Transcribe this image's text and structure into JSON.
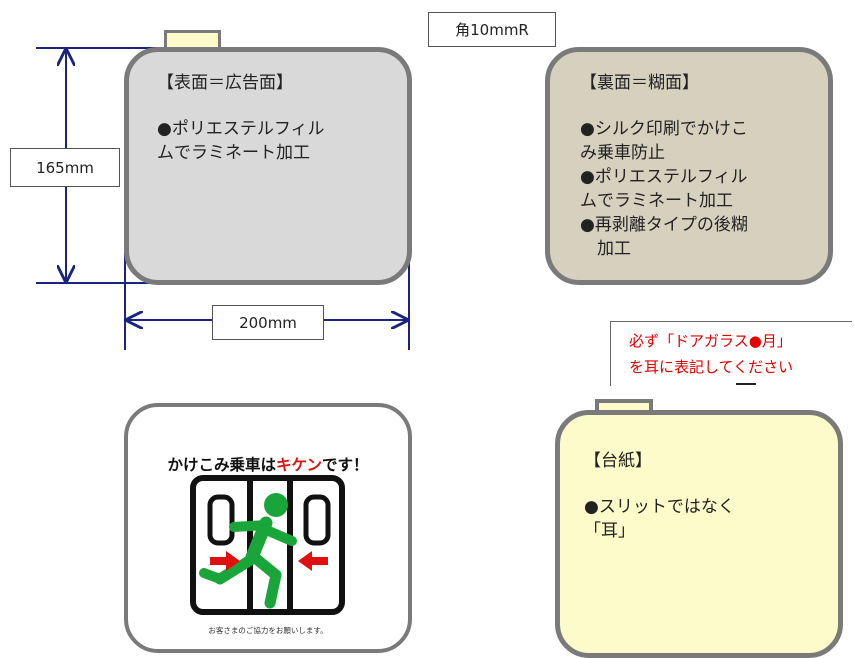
{
  "dimensions": {
    "height_label": "165mm",
    "width_label": "200mm",
    "corner_label": "角10mmR"
  },
  "front_card": {
    "title": "【表面＝広告面】",
    "lines": [
      "●ポリエステルフィル",
      "ムでラミネート加工"
    ]
  },
  "back_card": {
    "title": "【裏面＝糊面】",
    "lines": [
      "●シルク印刷でかけこ",
      "み乗車防止",
      "●ポリエステルフィル",
      "ムでラミネート加工",
      "●再剥離タイプの後糊",
      "　加工"
    ]
  },
  "notice": {
    "line1": "必ず「ドアガラス●月」",
    "line2": "を耳に表記してください"
  },
  "base_card": {
    "title": "【台紙】",
    "lines": [
      "●スリットではなく",
      "「耳」"
    ]
  },
  "sticker": {
    "title_prefix": "かけこみ乗車は",
    "title_highlight": "キケン",
    "title_suffix": "です！",
    "caption": "お客さまのご協力をお願いします。"
  },
  "colors": {
    "dimension_line": "#1a237e",
    "front_fill": "#d9d9d9",
    "back_fill": "#d6d1bf",
    "base_fill": "#fdfbc9",
    "border": "#7a7a7a",
    "notice_text": "#e60000",
    "pictogram_green": "#1aa53a",
    "pictogram_red": "#e01010"
  }
}
